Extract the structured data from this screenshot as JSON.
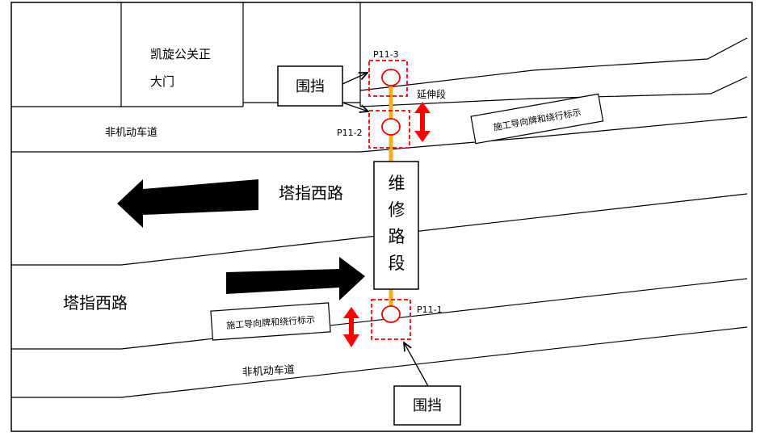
{
  "labels": {
    "gate": [
      "凯旋公关正",
      "大门"
    ],
    "nonmotor_top": "非机动车道",
    "nonmotor_bottom": "非机动车道",
    "road_upper": "塔指西路",
    "road_lower": "塔指西路",
    "repair": [
      "维",
      "修",
      "路",
      "段"
    ],
    "extension": "延伸段",
    "sign_top": "施工导向牌和绕行标示",
    "sign_bottom": "施工导向牌和绕行标示",
    "barrier_top": "围挡",
    "barrier_bottom": "围挡",
    "pit_1": "P11-1",
    "pit_2": "P11-2",
    "pit_3": "P11-3"
  },
  "colors": {
    "pipeline": "#f2b019",
    "pit_marker": "#ff0000",
    "direction_arrow": "#000000",
    "extent_arrow": "#ff0000"
  },
  "icons": {
    "direction_west": "left-arrow",
    "direction_east": "right-arrow",
    "extent": "double-headed-vertical-arrow",
    "pointer": "pointer-arrow"
  }
}
